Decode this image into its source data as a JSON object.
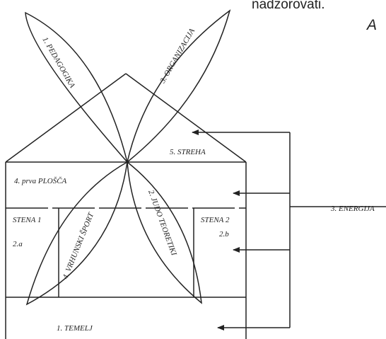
{
  "clipped_text": {
    "top_right": "nadzorovati.",
    "right_letter": "A"
  },
  "petals": {
    "top_left": "1. PEDAGOGIKA",
    "top_right": "3. ORGANIZACIJA",
    "bottom_left": "4. VRHUNSKI ŠPORT",
    "bottom_right": "2. JUDO TEORETIKI"
  },
  "house": {
    "roof": "5. STREHA",
    "first_floor": "4. prva PLOŠČA",
    "wall_left": "STENA 1",
    "wall_left_sub": "2.a",
    "wall_right": "STENA 2",
    "wall_right_sub": "2.b",
    "foundation": "1. TEMELJ"
  },
  "energy": "3. ENERGIJA",
  "colors": {
    "ink": "#222222",
    "background": "#ffffff"
  }
}
